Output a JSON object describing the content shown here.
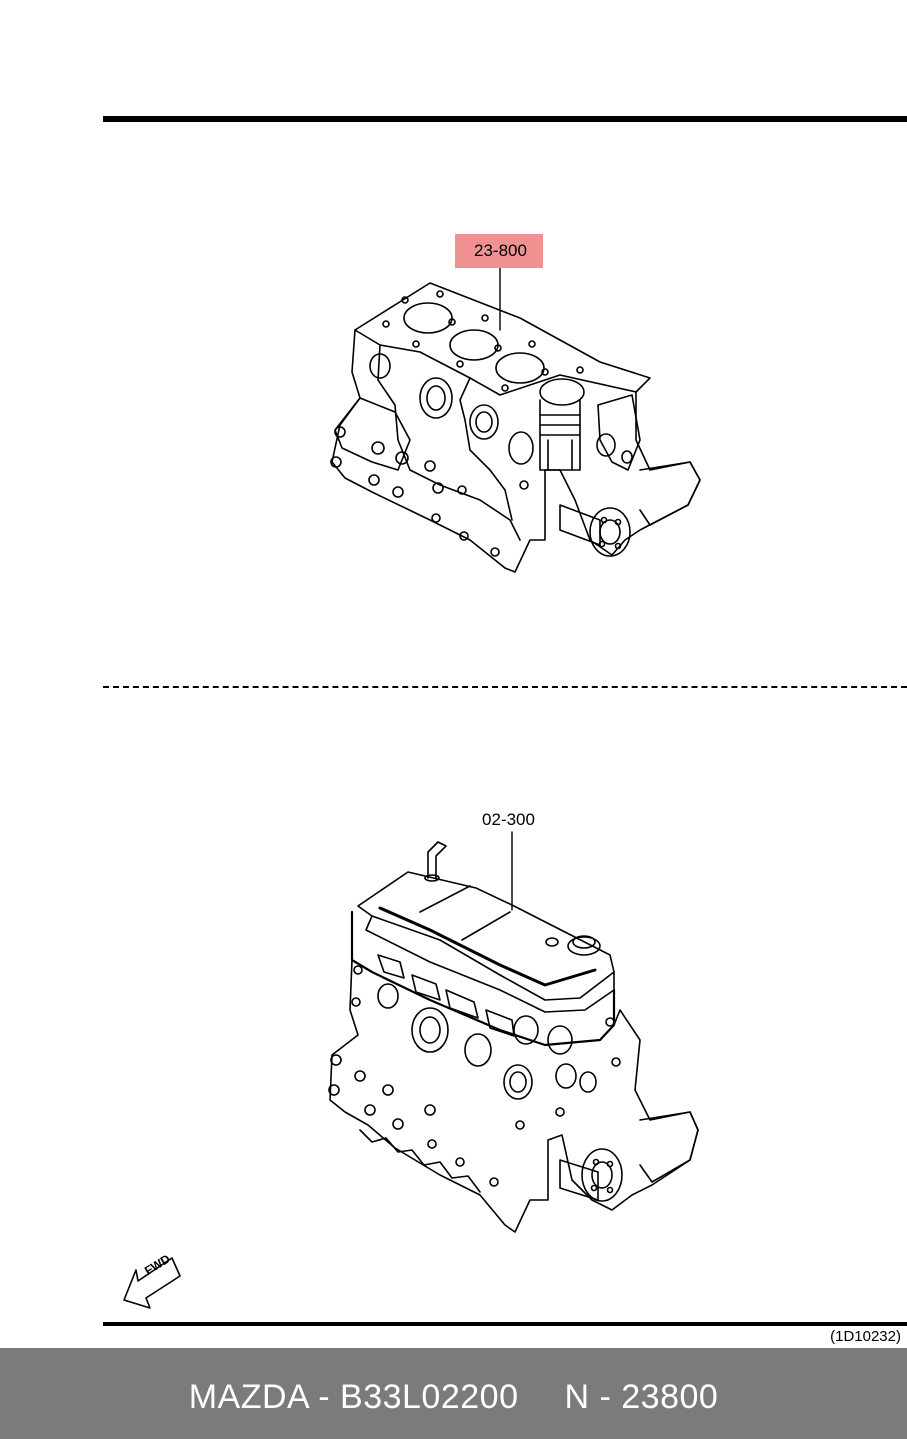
{
  "diagram": {
    "upper_part_label": "23-800",
    "lower_part_label": "02-300",
    "direction_label": "FWD",
    "reference_code": "(1D10232)",
    "highlight_color": "#f08c8c"
  },
  "footer": {
    "brand": "MAZDA - B33L02200",
    "part_number": "N - 23800",
    "background_color": "#7b7b7b"
  }
}
